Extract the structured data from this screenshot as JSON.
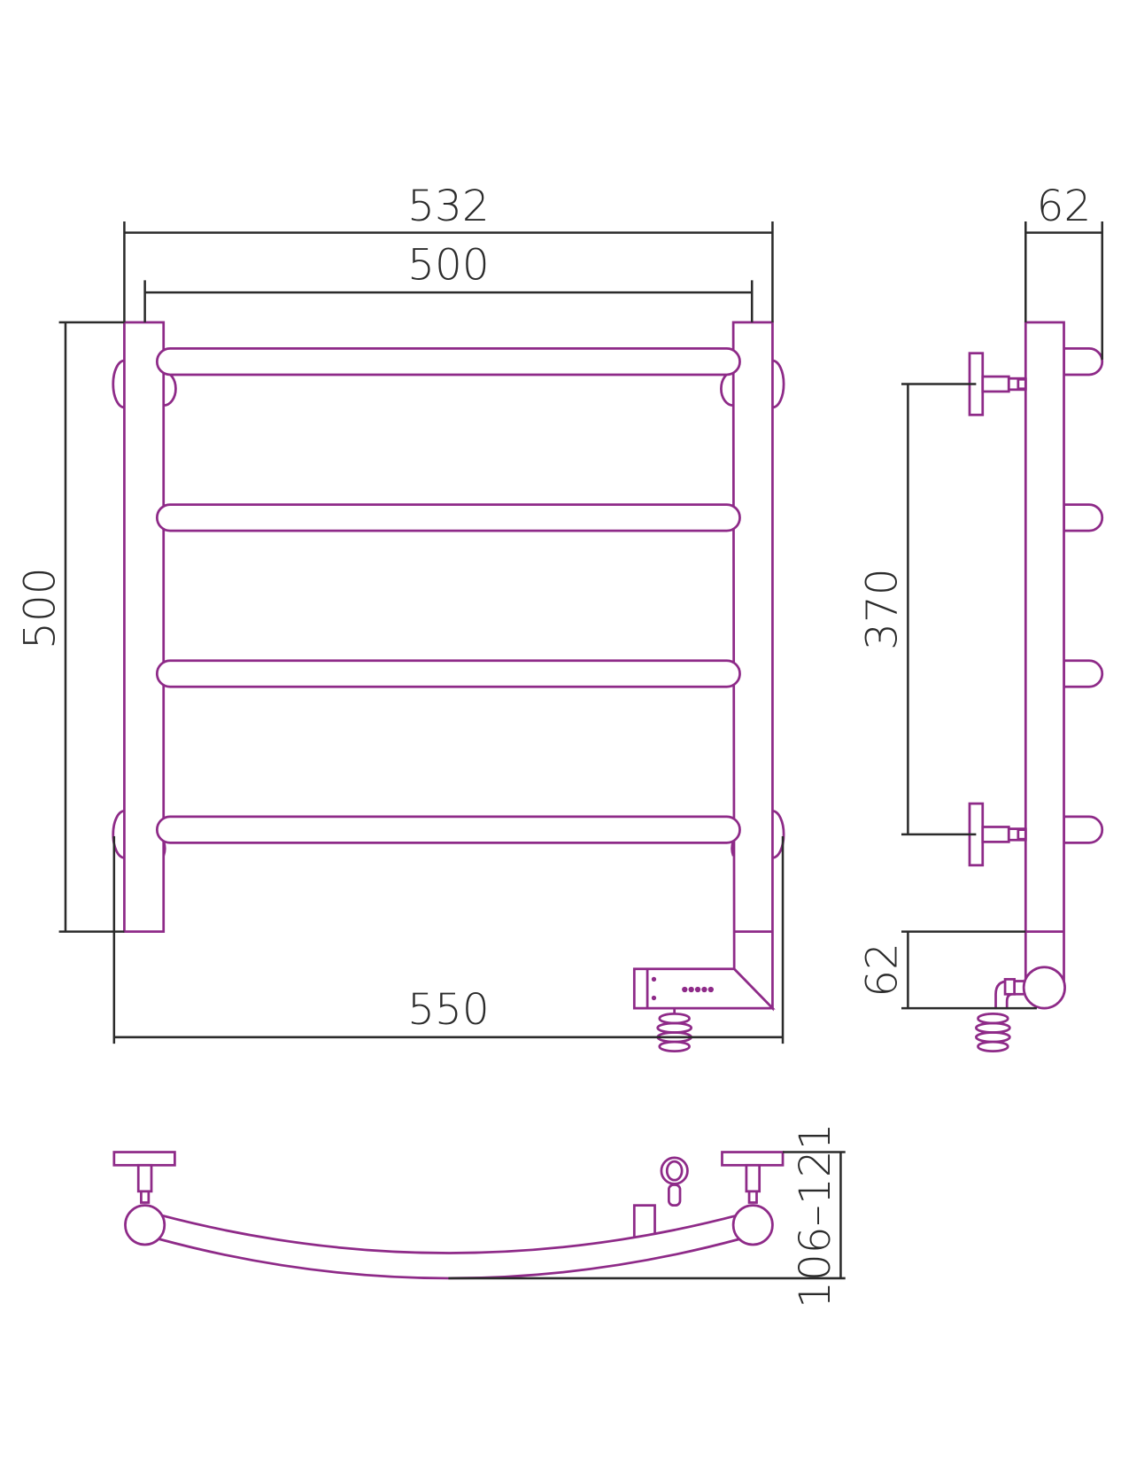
{
  "colors": {
    "product": "#8e2a88",
    "dimension": "#2b2b2b",
    "background": "#ffffff"
  },
  "front_view": {
    "overall_width": "532",
    "axis_width": "500",
    "height": "500",
    "bottom_width": "550"
  },
  "side_view": {
    "depth": "62",
    "mount_spacing": "370",
    "bottom_offset": "62"
  },
  "top_view": {
    "wall_distance": "106–121"
  }
}
